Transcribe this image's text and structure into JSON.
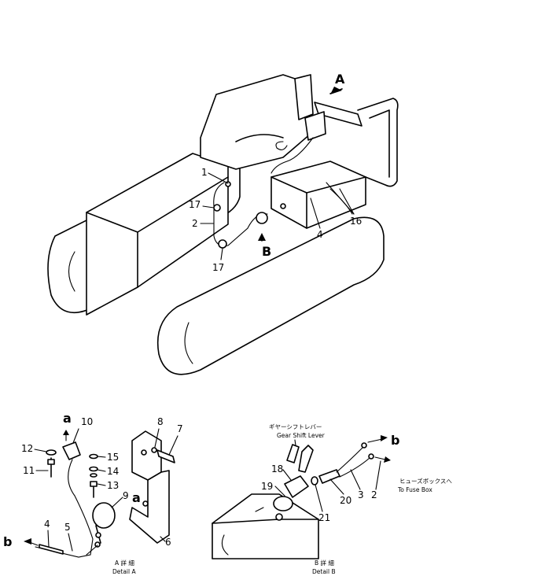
{
  "main_view": {
    "arrow_A": "A",
    "arrow_B": "B",
    "callouts": {
      "c1": "1",
      "c2": "2",
      "c4": "4",
      "c16": "16",
      "c17a": "17",
      "c17b": "17"
    }
  },
  "detail_a": {
    "caption_jp": "A 詳 細",
    "caption_en": "Detail A",
    "markers": {
      "a_top": "a",
      "a_bracket": "a",
      "b_left": "b"
    },
    "callouts": {
      "c4": "4",
      "c5": "5",
      "c6": "6",
      "c7": "7",
      "c8": "8",
      "c9": "9",
      "c10": "10",
      "c11": "11",
      "c12": "12",
      "c13": "13",
      "c14": "14",
      "c15": "15"
    }
  },
  "detail_b": {
    "caption_jp": "B 詳 細",
    "caption_en": "Detail B",
    "gear_lever_jp": "ギヤーシフトレバー",
    "gear_lever_en": "Gear Shift Lever",
    "fuse_box_jp": "ヒューズボックスへ",
    "fuse_box_en": "To Fuse Box",
    "markers": {
      "b_right": "b"
    },
    "callouts": {
      "c2": "2",
      "c3": "3",
      "c18": "18",
      "c19": "19",
      "c20": "20",
      "c21": "21"
    }
  }
}
